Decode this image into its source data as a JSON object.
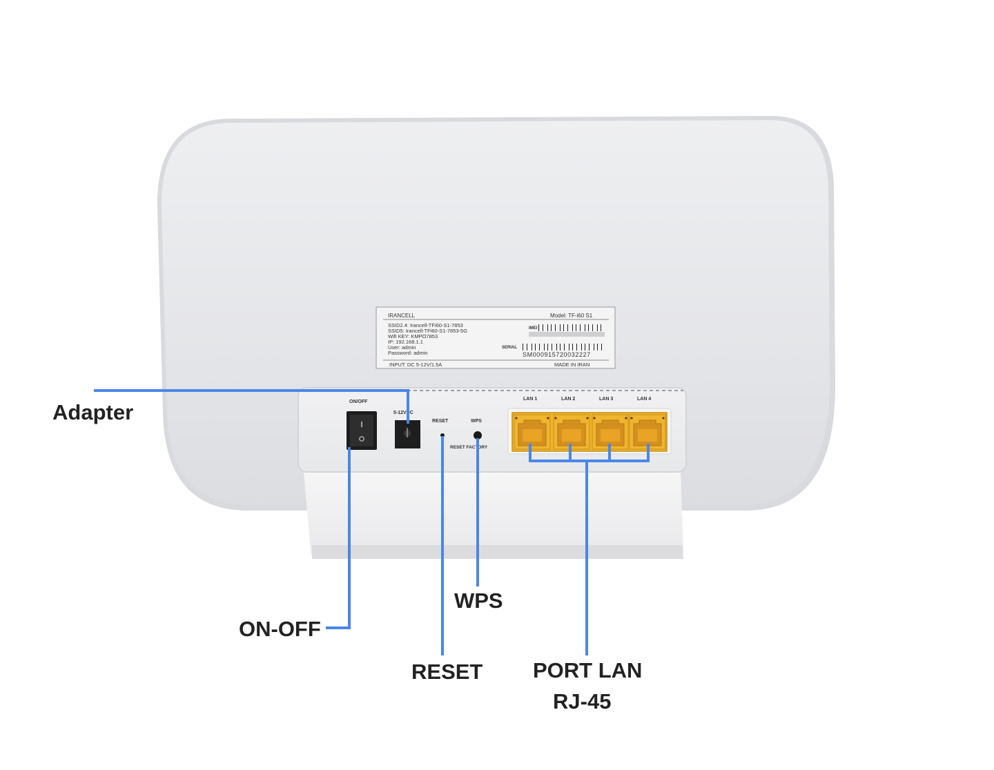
{
  "sticker": {
    "brand": "IRANCELL",
    "model": "Model: TF-i60 S1",
    "lines": [
      "SSID2.4: Irancell-TFi60-S1-7853",
      "SSID5: Irancell-TFi60-S1-7853-5G",
      "Wifi KEY: KMPO7853",
      "IP: 192.168.1.1",
      "User: admin",
      "Password: admin"
    ],
    "imei_label": "IMEI",
    "serial_label": "SERIAL",
    "serial_number": "SM000915720032227",
    "input": "INPUT: DC 5-12V/1.5A",
    "made_in": "MADE IN IRAN"
  },
  "ports": {
    "on_off": "ON/OFF",
    "dc_in": "5-12VDC",
    "reset": "RESET",
    "wps": "WPS",
    "reset_factory": "RESET FACTORY",
    "lan": [
      "LAN 1",
      "LAN 2",
      "LAN 3",
      "LAN 4"
    ]
  },
  "callouts": {
    "adapter": "Adapter",
    "on_off": "ON-OFF",
    "reset": "RESET",
    "wps": "WPS",
    "port_lan_line1": "PORT LAN",
    "port_lan_line2": "RJ-45"
  },
  "colors": {
    "leader": "#4a86e8",
    "lan_port": "#f0b42e",
    "body": "#e6e7e9"
  }
}
